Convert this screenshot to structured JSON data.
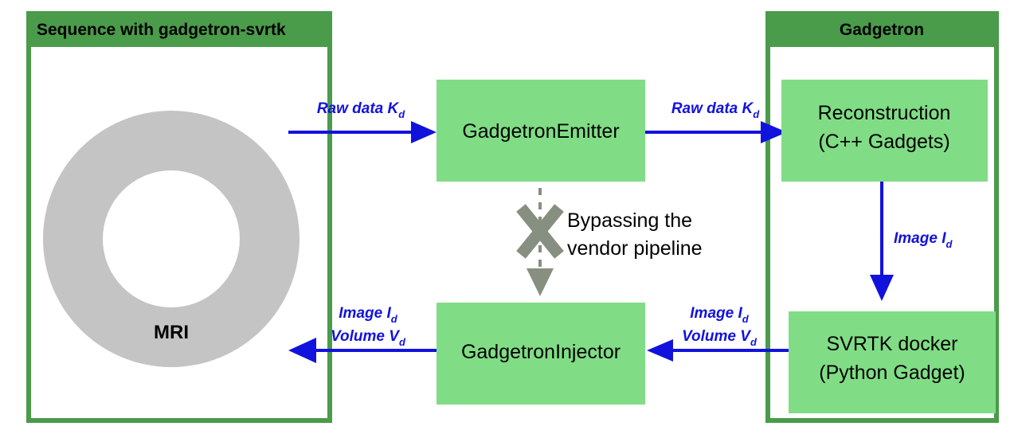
{
  "colors": {
    "panel_header_green": "#4a9b4a",
    "panel_border_green": "#4a9b4a",
    "box_green": "#80dd85",
    "arrow_blue": "#1212dd",
    "bypass_gray": "#878f80",
    "mri_gray": "#c4c4c4",
    "background": "#ffffff",
    "text_black": "#000000"
  },
  "panels": [
    {
      "id": "sequence-panel",
      "title": "Sequence with gadgetron-svrtk"
    },
    {
      "id": "gadgetron-panel",
      "title": "Gadgetron"
    }
  ],
  "mri": {
    "label": "MRI"
  },
  "boxes": [
    {
      "id": "gadgetron-emitter",
      "label": "GadgetronEmitter"
    },
    {
      "id": "reconstruction",
      "line1": "Reconstruction",
      "line2": "(C++ Gadgets)"
    },
    {
      "id": "svrtk-docker",
      "line1": "SVRTK docker",
      "line2": "(Python Gadget)"
    },
    {
      "id": "gadgetron-injector",
      "label": "GadgetronInjector"
    }
  ],
  "flows": [
    {
      "id": "mri-to-emitter",
      "text": "Raw data K",
      "sub": "d",
      "direction": "right"
    },
    {
      "id": "emitter-to-reconstruction",
      "text": "Raw data K",
      "sub": "d",
      "direction": "right"
    },
    {
      "id": "reconstruction-to-svrtk",
      "text": "Image I",
      "sub": "d",
      "direction": "down"
    },
    {
      "id": "svrtk-to-injector",
      "line1_text": "Image I",
      "line1_sub": "d",
      "line2_text": "Volume V",
      "line2_sub": "d",
      "direction": "left"
    },
    {
      "id": "injector-to-mri",
      "line1_text": "Image I",
      "line1_sub": "d",
      "line2_text": "Volume V",
      "line2_sub": "d",
      "direction": "left"
    }
  ],
  "bypass": {
    "id": "bypass-note",
    "line1": "Bypassing the",
    "line2": "vendor pipeline",
    "cross_icon": "x-cross-icon"
  }
}
